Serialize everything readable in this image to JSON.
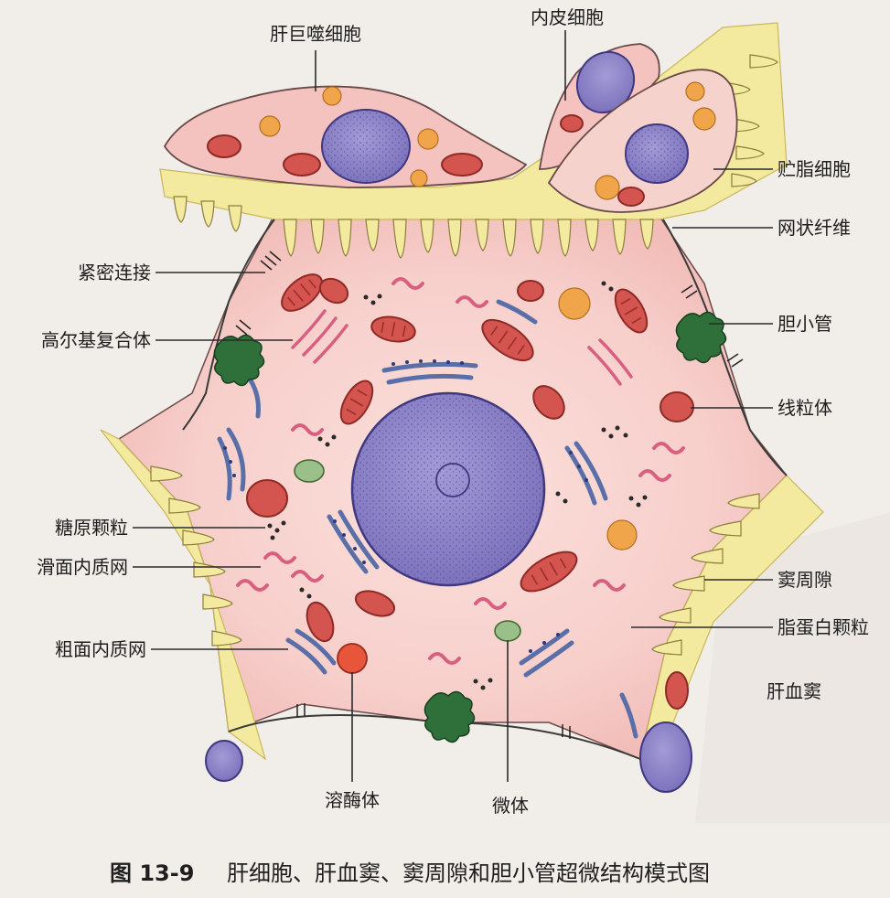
{
  "labels": {
    "kupffer_cell": "肝巨噬细胞",
    "endothelial_cell": "内皮细胞",
    "fat_storing_cell": "贮脂细胞",
    "reticular_fiber": "网状纤维",
    "tight_junction": "紧密连接",
    "golgi_complex": "高尔基复合体",
    "bile_canaliculus": "胆小管",
    "mitochondrion": "线粒体",
    "glycogen_granules": "糖原颗粒",
    "smooth_er": "滑面内质网",
    "rough_er": "粗面内质网",
    "perisinusoidal_space": "窦周隙",
    "lipoprotein_granules": "脂蛋白颗粒",
    "sinusoid": "肝血窦",
    "lysosome": "溶酶体",
    "microbody": "微体"
  },
  "caption": {
    "number": "图 13-9",
    "text": "肝细胞、肝血窦、窦周隙和胆小管超微结构模式图"
  },
  "colors": {
    "background": "#f1ede8",
    "hepatocyte": "#f6c9c6",
    "nucleus": "#8f86c8",
    "space_of_disse": "#f3eaa0",
    "mitochondria": "#d45550",
    "lipid_droplet": "#f0a54a",
    "bile_canaliculus": "#2f6f3a",
    "rough_er": "#5a6fa8",
    "smooth_er": "#d85f7f"
  }
}
